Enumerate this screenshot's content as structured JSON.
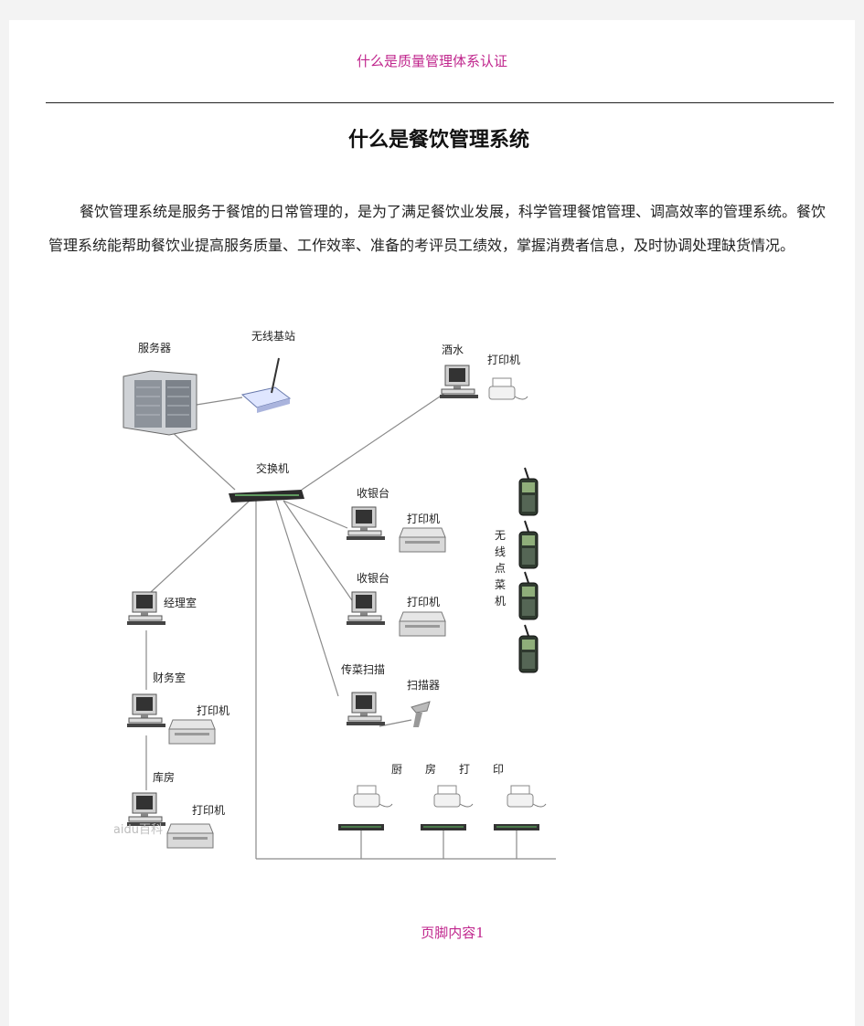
{
  "header": {
    "text": "什么是质量管理体系认证"
  },
  "title": "什么是餐饮管理系统",
  "paragraph": "餐饮管理系统是服务于餐馆的日常管理的，是为了满足餐饮业发展，科学管理餐馆管理、调高效率的管理系统。餐饮管理系统能帮助餐饮业提高服务质量、工作效率、准备的考评员工绩效，掌握消费者信息，及时协调处理缺货情况。",
  "diagram": {
    "server": "服务器",
    "wireless_station": "无线基站",
    "bar": "酒水",
    "printer": "打印机",
    "switch": "交换机",
    "cashier": "收银台",
    "manager": "经理室",
    "finance": "财务室",
    "warehouse": "库房",
    "dispatch_scan": "传菜扫描",
    "scanner": "扫描器",
    "kitchen_chars": [
      "厨",
      "房",
      "打",
      "印"
    ],
    "wireless_order_chars": [
      "无",
      "线",
      "点",
      "菜",
      "机"
    ],
    "watermark": "Baidu百科"
  },
  "footer": {
    "text": "页脚内容1"
  }
}
